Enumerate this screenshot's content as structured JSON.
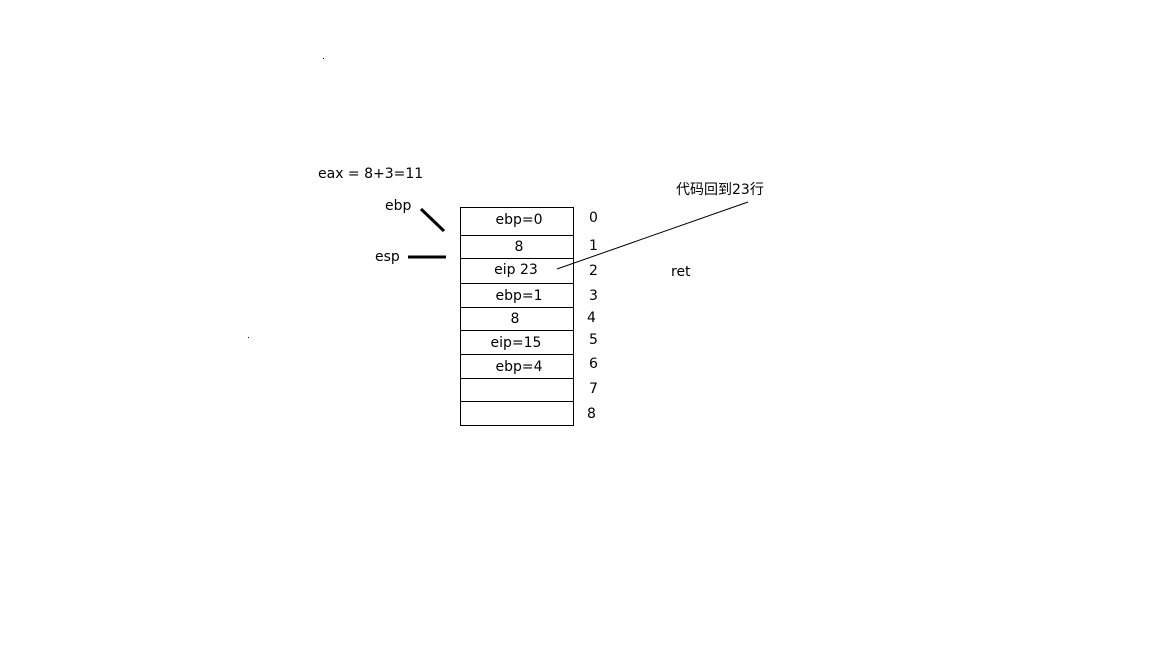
{
  "eax_label": "eax = 8+3=11",
  "ebp_label": "ebp",
  "esp_label": "esp",
  "note_label": "代码回到23行",
  "ret_label": "ret",
  "stack": {
    "cells": [
      "ebp=0",
      "8",
      "eip 23",
      "ebp=1",
      "8",
      "eip=15",
      "ebp=4",
      "",
      ""
    ],
    "indices": [
      "0",
      "1",
      "2",
      "3",
      "4",
      "5",
      "6",
      "7",
      "8"
    ]
  }
}
